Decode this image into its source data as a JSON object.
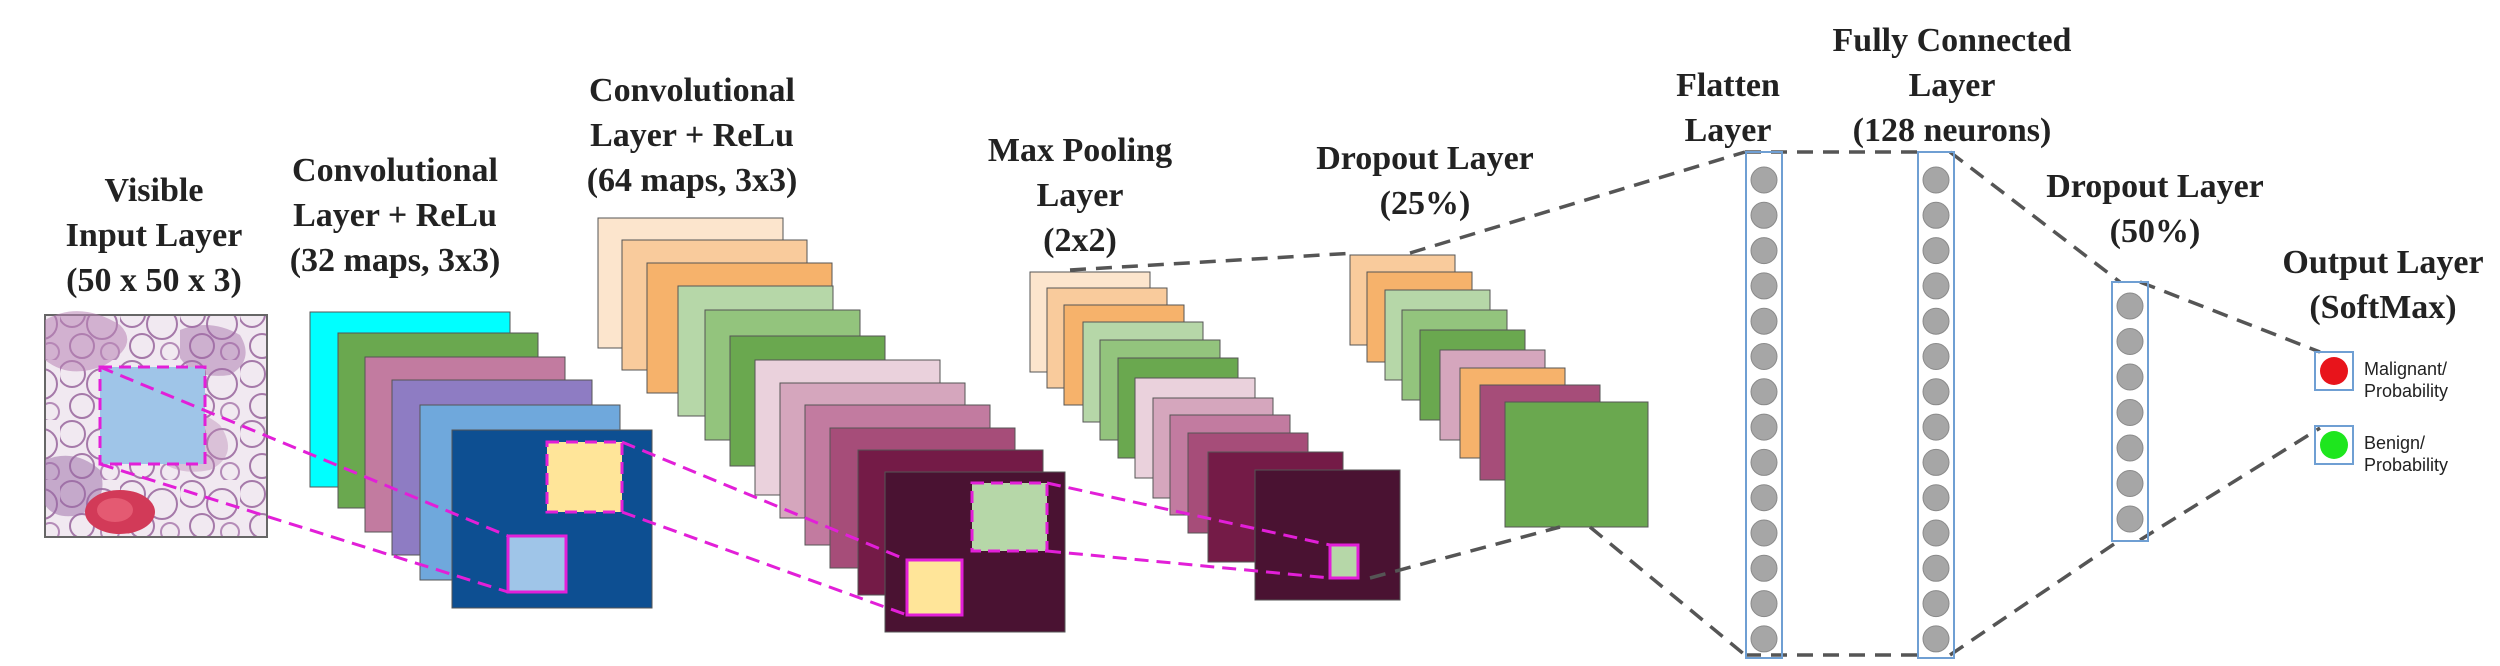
{
  "layers": {
    "input": {
      "line1": "Visible",
      "line2": "Input Layer",
      "line3": "(50 x 50 x 3)"
    },
    "conv1": {
      "line1": "Convolutional",
      "line2": "Layer + ReLu",
      "line3": "(32 maps, 3x3)"
    },
    "conv2": {
      "line1": "Convolutional",
      "line2": "Layer + ReLu",
      "line3": "(64 maps, 3x3)"
    },
    "maxpool": {
      "line1": "Max Pooling",
      "line2": "Layer",
      "line3": "(2x2)"
    },
    "dropout1": {
      "line1": "Dropout Layer",
      "line2": "(25%)"
    },
    "flatten": {
      "line1": "Flatten",
      "line2": "Layer"
    },
    "fc": {
      "line1": "Fully Connected",
      "line2": "Layer",
      "line3": "(128 neurons)"
    },
    "dropout2": {
      "line1": "Dropout Layer",
      "line2": "(50%)"
    },
    "output": {
      "line1": "Output Layer",
      "line2": "(SoftMax)"
    }
  },
  "outputs": [
    {
      "line1": "Malignant/",
      "line2": "Probability",
      "color": "#e8141b"
    },
    {
      "line1": "Benign/",
      "line2": "Probability",
      "color": "#1ee61e"
    }
  ],
  "colors": {
    "neuron": "#a6a6a6",
    "neuron_box": "#6f9fd3",
    "dashed_connector": "#555555",
    "kernel_highlight": "#e21fd8",
    "conv1_front": "#0d4f92",
    "conv2_front": "#4a1232",
    "pool_front": "#4a1232",
    "dropout_front": "#6aa84f"
  }
}
